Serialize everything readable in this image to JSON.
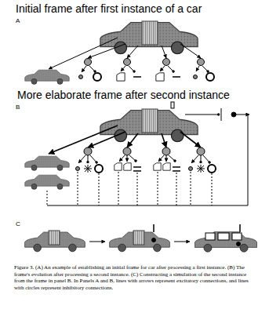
{
  "diagram": {
    "caption": "Figure 3. (A) An example of establishing an initial frame for car after processing a first instance. (B) The frame's evolution after processing a second instance. (C) Constructing a simulation of the second instance from the frame in panel B. In Panels A and B, lines with arrows represent excitatory connections, and lines with circles represent inhibitory connections.",
    "labels": [
      "Initial frame after first instance of a car",
      "A",
      "More elaborate frame after second instance",
      "B",
      "C"
    ]
  }
}
